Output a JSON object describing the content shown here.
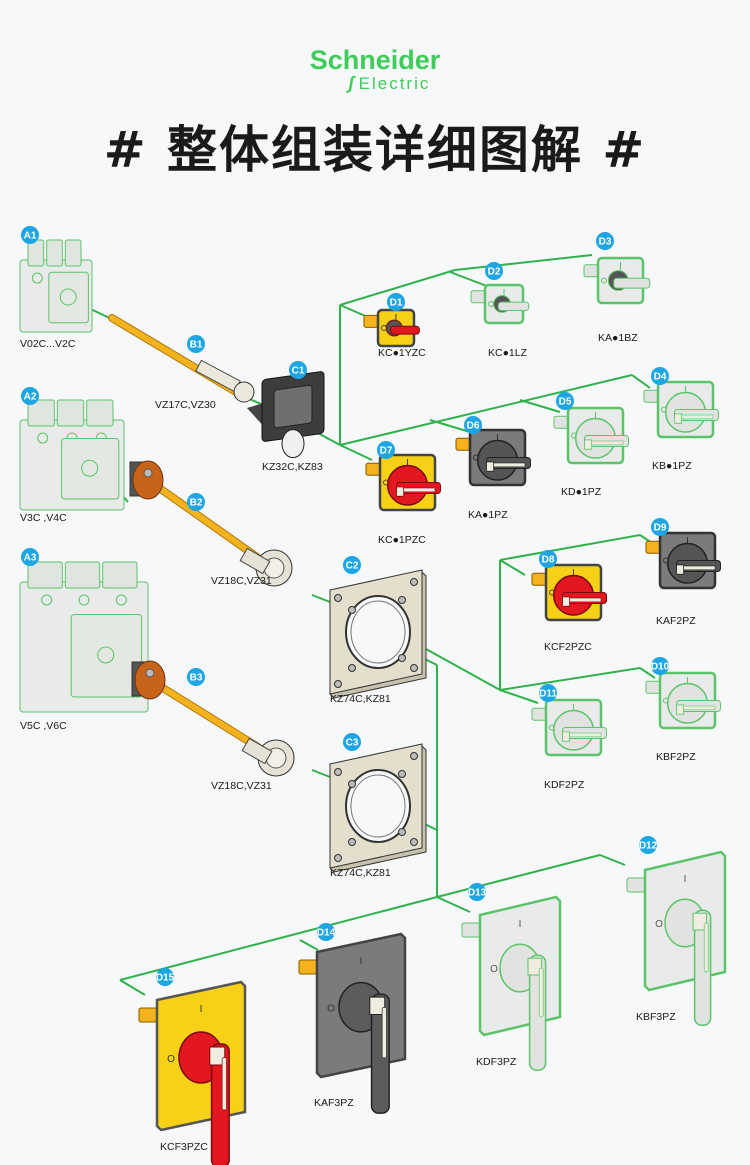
{
  "brand": {
    "name": "Schneider",
    "sub": "Electric",
    "mark_glyph": "⁠S⁠",
    "color": "#3dcd58"
  },
  "title": "# 整体组装详细图解 #",
  "colors": {
    "background": "#f7f8fa",
    "connector_line": "#2fb24a",
    "badge": "#1ea5e4",
    "red_handle": "#e3171f",
    "yellow_plate": "#f7d117",
    "gray_plate": "#7a7b7d",
    "shaft": "#f4b21c",
    "ghost_fill": "#e8ebe9",
    "ghost_stroke": "#5dc36b"
  },
  "components": [
    {
      "id": "A1",
      "label": "V02C...V2C",
      "kind": "switch-body"
    },
    {
      "id": "A2",
      "label": "V3C ,V4C",
      "kind": "switch-body"
    },
    {
      "id": "A3",
      "label": "V5C ,V6C",
      "kind": "switch-body"
    },
    {
      "id": "B1",
      "label": "VZ17C,VZ30",
      "kind": "shaft"
    },
    {
      "id": "B2",
      "label": "VZ18C,VZ31",
      "kind": "shaft"
    },
    {
      "id": "B3",
      "label": "VZ18C,VZ31",
      "kind": "shaft"
    },
    {
      "id": "C1",
      "label": "KZ32C,KZ83",
      "kind": "frame"
    },
    {
      "id": "C2",
      "label": "KZ74C,KZ81",
      "kind": "plate"
    },
    {
      "id": "C3",
      "label": "KZ74C,KZ81",
      "kind": "plate"
    },
    {
      "id": "D1",
      "label": "KC●1YZC",
      "kind": "handle-red-small"
    },
    {
      "id": "D2",
      "label": "KC●1LZ",
      "kind": "handle-ghost-small"
    },
    {
      "id": "D3",
      "label": "KA●1BZ",
      "kind": "handle-ghost-small"
    },
    {
      "id": "D4",
      "label": "KB●1PZ",
      "kind": "handle-ghost"
    },
    {
      "id": "D5",
      "label": "KD●1PZ",
      "kind": "handle-ghost"
    },
    {
      "id": "D6",
      "label": "KA●1PZ",
      "kind": "handle-gray"
    },
    {
      "id": "D7",
      "label": "KC●1PZC",
      "kind": "handle-red"
    },
    {
      "id": "D8",
      "label": "KCF2PZC",
      "kind": "handle-red"
    },
    {
      "id": "D9",
      "label": "KAF2PZ",
      "kind": "handle-gray"
    },
    {
      "id": "D10",
      "label": "KBF2PZ",
      "kind": "handle-ghost"
    },
    {
      "id": "D11",
      "label": "KDF2PZ",
      "kind": "handle-ghost"
    },
    {
      "id": "D12",
      "label": "KBF3PZ",
      "kind": "lever-ghost"
    },
    {
      "id": "D13",
      "label": "KDF3PZ",
      "kind": "lever-ghost"
    },
    {
      "id": "D14",
      "label": "KAF3PZ",
      "kind": "lever-gray"
    },
    {
      "id": "D15",
      "label": "KCF3PZC",
      "kind": "lever-red"
    }
  ],
  "dial_marks": {
    "on": "I",
    "off": "O"
  }
}
